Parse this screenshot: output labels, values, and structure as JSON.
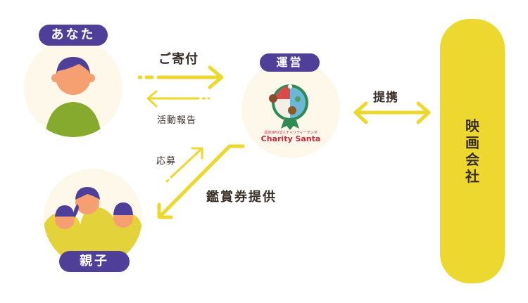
{
  "nodes": {
    "you": {
      "label": "あなた"
    },
    "operator": {
      "label": "運営",
      "logo_subtitle": "認定NPO法人チャリティーサンタ",
      "logo_name": "Charity Santa"
    },
    "family": {
      "label": "親子"
    },
    "movie_company": {
      "label": [
        "映",
        "画",
        "会",
        "社"
      ]
    }
  },
  "flows": {
    "donation": "ご寄付",
    "activity_report": "活動報告",
    "application": "応募",
    "ticket_provision": "鑑賞券提供",
    "partnership": "提携"
  },
  "colors": {
    "accent_yellow": "#ecd82e",
    "badge_purple": "#4f3f98",
    "circle_bg": "#fdf8ea",
    "text_dark": "#3a2e28",
    "shirt_green": "#7ea52a",
    "skin": "#f6a071",
    "logo_red": "#d0243a"
  }
}
